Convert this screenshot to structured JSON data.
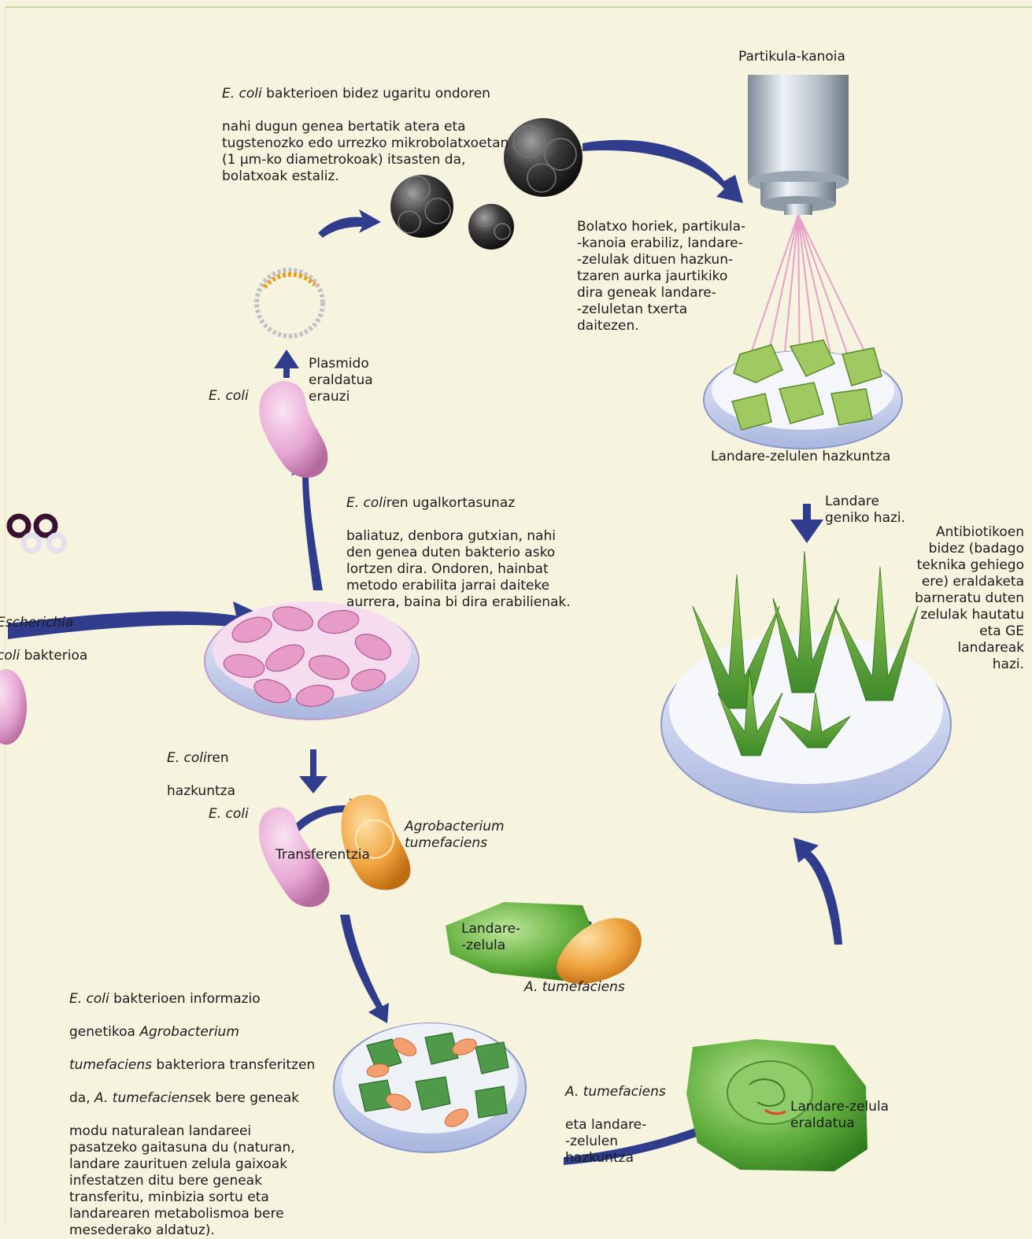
{
  "labels": {
    "particle_gun": "Partikula-kanoia",
    "coat_line1_italic": "E. coli",
    "coat_line1_rest": " bakterioen bidez ugaritu ondoren",
    "coat_rest": "nahi dugun genea bertatik atera eta\ntugstenozko edo urrezko mikrobolatxoetan\n(1 µm-ko diametrokoak) itsasten da,\nbolatxoak estaliz.",
    "shoot": "Bolatxo horiek, partikula-\n-kanoia erabiliz, landare-\n-zelulak dituen hazkun-\ntzaren aurka jaurtikiko\ndira geneak landare-\n-zeluletan txerta\ndaitezen.",
    "plasmid": "Plasmido\neraldatua\nerauzi",
    "ecoli_top": "E. coli",
    "plant_culture": "Landare-zelulen hazkuntza",
    "gm_seed": "Landare\ngeniko hazi.",
    "antibiotic": "Antibiotikoen\nbidez (badago\nteknika gehiego\nere) eraldaketa\nbarneratu duten\nzelulak hautatu\neta GE\nlandareak\nhazi.",
    "repro_italic": "E. coli",
    "repro_rest": "ren ugalkortasunaz",
    "repro_more": "baliatuz, denbora gutxian, nahi\nden genea duten bakterio asko\nlortzen dira. Ondoren, hainbat\nmetodo erabilita jarrai daiteke\naurrera, baina bi dira erabilienak.",
    "escherichia_line1": "Escherichia",
    "escherichia_line2_italic": "coli",
    "escherichia_line2_rest": " bakterioa",
    "ecoli_culture_italic": "E. coli",
    "ecoli_culture_rest": "ren",
    "ecoli_culture_line2": "hazkuntza",
    "ecoli_mid": "E. coli",
    "agro": "Agrobacterium\ntumefaciens",
    "transfer": "Transferentzia",
    "plant_cell": "Landare-\n-zelula",
    "a_tumef": "A. tumefaciens",
    "info_p1_italic": "E. coli",
    "info_p1_rest": " bakterioen informazio",
    "info_p2": "genetikoa ",
    "info_p2_italic": "Agrobacterium",
    "info_p3_italic": "tumefaciens",
    "info_p3_rest": "  bakteriora transferitzen",
    "info_p4": "da, ",
    "info_p4_italic": "A. tumefaciens",
    "info_p4_rest": "ek bere geneak",
    "info_rest": "modu naturalean landareei\npasatzeko gaitasuna du (naturan,\nlandare zaurituen zelula gaixoak\ninfestatzen ditu bere geneak\ntransferitu, minbizia sortu eta\nlandarearen metabolismoa bere\nmesederako aldatuz).",
    "atumef_culture_italic": "A. tumefaciens",
    "atumef_culture_rest": "eta landare-\n-zelulen\nhazkuntza",
    "transformed": "Landare-zelula\neraldatua"
  },
  "colors": {
    "background": "#f6f3df",
    "arrow": "#2f3d8c",
    "bacterium_pink": "#e6a6d3",
    "agrobacterium_orange": "#f0a440",
    "plant_green": "#5fae3c",
    "petri_rim": "#b9c4e6"
  }
}
